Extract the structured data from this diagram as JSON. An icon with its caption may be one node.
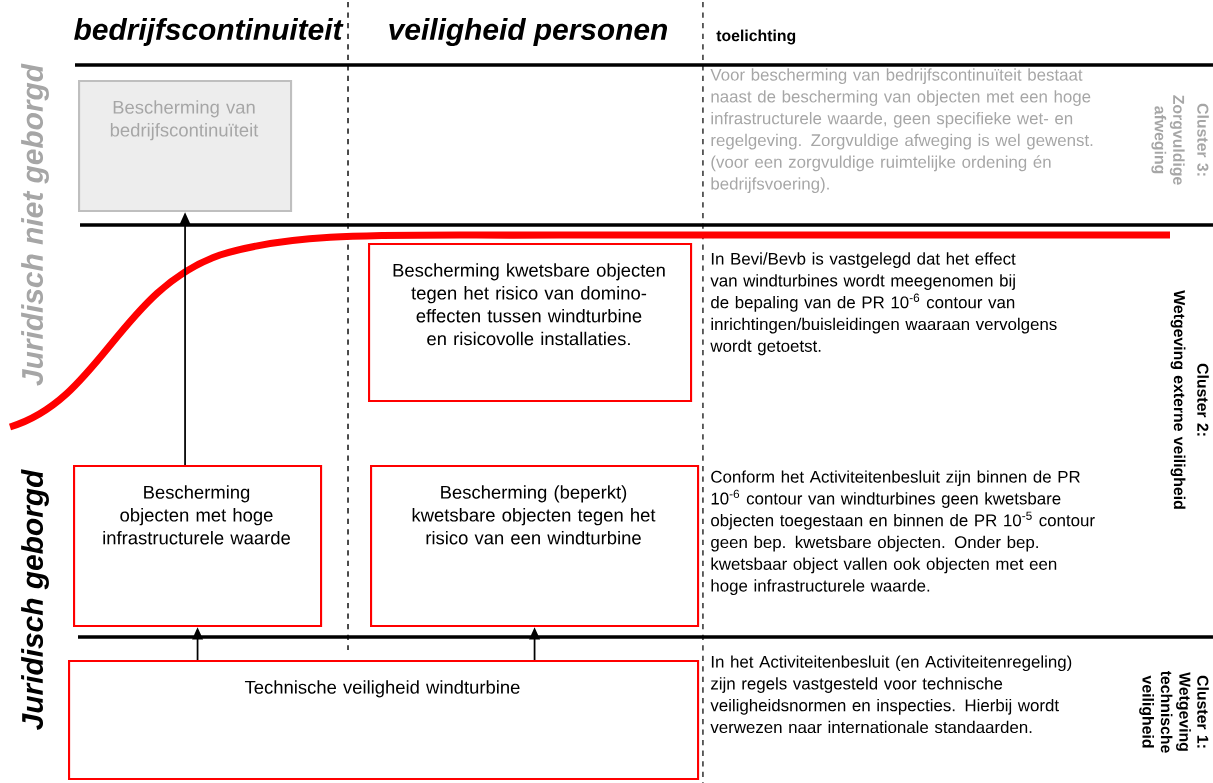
{
  "diagram": {
    "nodes": [
      {
        "text": [
          "Bescherming van bedrijfscontinuïteit"
        ]
      },
      {
        "text": [
          "Bescherming kwetsbare objecten tegen het risico van domino-effecten tussen windturbine en risicovolle installaties."
        ]
      },
      {
        "text": [
          "Bescherming objecten met hoge infrastructurele waarde"
        ]
      },
      {
        "text": [
          "Bescherming (beperkt) kwetsbare objecten tegen het risico van een windturbine"
        ]
      },
      {
        "text": [
          "Technische veiligheid windturbine"
        ]
      }
    ],
    "edges": [
      {
        "from": 2,
        "to": 0,
        "arrow": "to"
      },
      {
        "from": 4,
        "to": 2,
        "arrow": "to"
      },
      {
        "from": 4,
        "to": 3,
        "arrow": "to"
      }
    ],
    "labels": [
      "bedrijfscontinuiteit",
      "veiligheid personen",
      "toelichting",
      "Juridisch niet geborgd",
      "Juridisch geborgd",
      "Voor bescherming van bedrijfscontinuïteit bestaat naast de bescherming van objecten met een hoge infrastructurele waarde, geen specifieke wet- en regelgeving. Zorgvuldige afweging is wel gewenst. (voor een zorgvuldige ruimtelijke ordening én bedrijfsvoering).",
      "Cluster 3:",
      "Zorgvuldige afweging",
      "In Bevi/Bevb is vastgelegd dat het effect van windturbines wordt meegenomen bij de bepaling van de PR 10$^{-6}$ contour van inrichtingen/buisleidingen waaraan vervolgens wordt getoetst.",
      "Conform het Activiteitenbesluit zijn binnen de PR 10$^{-6}$ contour van windturbines geen kwetsbare objecten toegestaan en binnen de PR 10$^{-5}$ contour geen bep. kwetsbare objecten. Onder bep. kwetsbaar object vallen ook objecten met een hoge infrastructurele waarde.",
      "Cluster 2:",
      "Wetgeving externe veiligheid",
      "In het Activiteitenbesluit (en Activiteitenregeling) zijn regels vastgesteld voor technische veiligheidsnormen en inspecties. Hierbij wordt verwezen naar internationale standaarden.",
      "Cluster 1:",
      "Wetgeving technische veiligheid"
    ]
  }
}
